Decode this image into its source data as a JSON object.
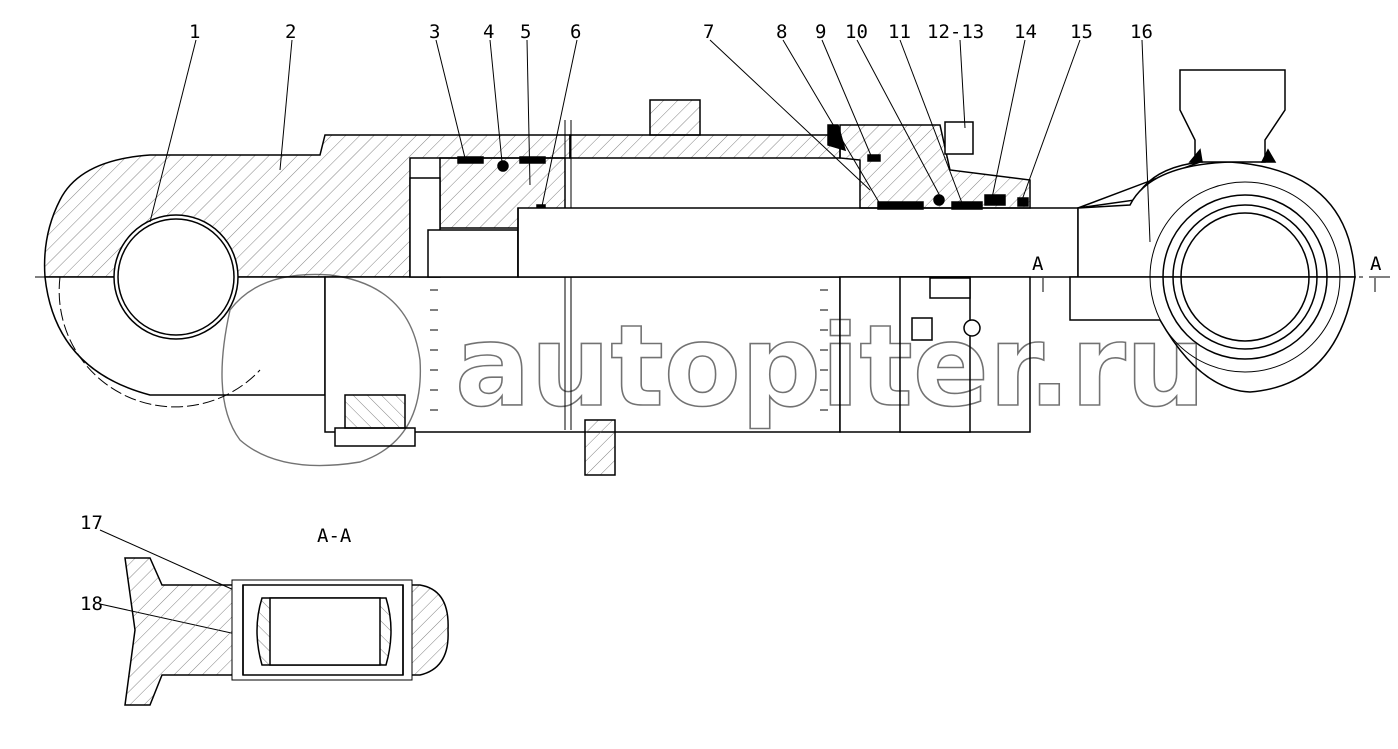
{
  "callouts": [
    "1",
    "2",
    "3",
    "4",
    "5",
    "6",
    "7",
    "8",
    "9",
    "10",
    "11",
    "12-13",
    "14",
    "15",
    "16",
    "17",
    "18"
  ],
  "section_marker": "A",
  "section_view_title": "A-A",
  "watermark": "autopiter.ru",
  "colors": {
    "line": "#000000",
    "background": "#ffffff",
    "hatch": "#555555"
  }
}
